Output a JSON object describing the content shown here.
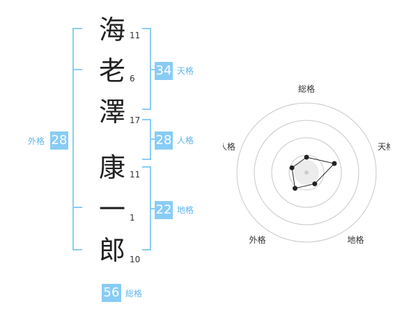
{
  "colors": {
    "accent": "#88ccf5",
    "label_blue": "#5fb6ee",
    "line": "#88ccf5",
    "radar_ring": "#c8c8c8",
    "radar_line": "#222222"
  },
  "surname": [
    {
      "char": "海",
      "strokes": "11"
    },
    {
      "char": "老",
      "strokes": "6"
    },
    {
      "char": "澤",
      "strokes": "17"
    }
  ],
  "given_name": [
    {
      "char": "康",
      "strokes": "11"
    },
    {
      "char": "一",
      "strokes": "1"
    },
    {
      "char": "郎",
      "strokes": "10"
    }
  ],
  "fortunes": {
    "tenkaku": {
      "value": "34",
      "label": "天格"
    },
    "jinkaku": {
      "value": "28",
      "label": "人格"
    },
    "chikaku": {
      "value": "22",
      "label": "地格"
    },
    "gaikaku": {
      "value": "28",
      "label": "外格"
    },
    "soukaku": {
      "value": "56",
      "label": "総格"
    }
  },
  "radar": {
    "axes": [
      "総格",
      "天格",
      "地格",
      "外格",
      "人格"
    ],
    "values": [
      0.22,
      0.42,
      0.2,
      0.28,
      0.22
    ],
    "rings": 4
  }
}
